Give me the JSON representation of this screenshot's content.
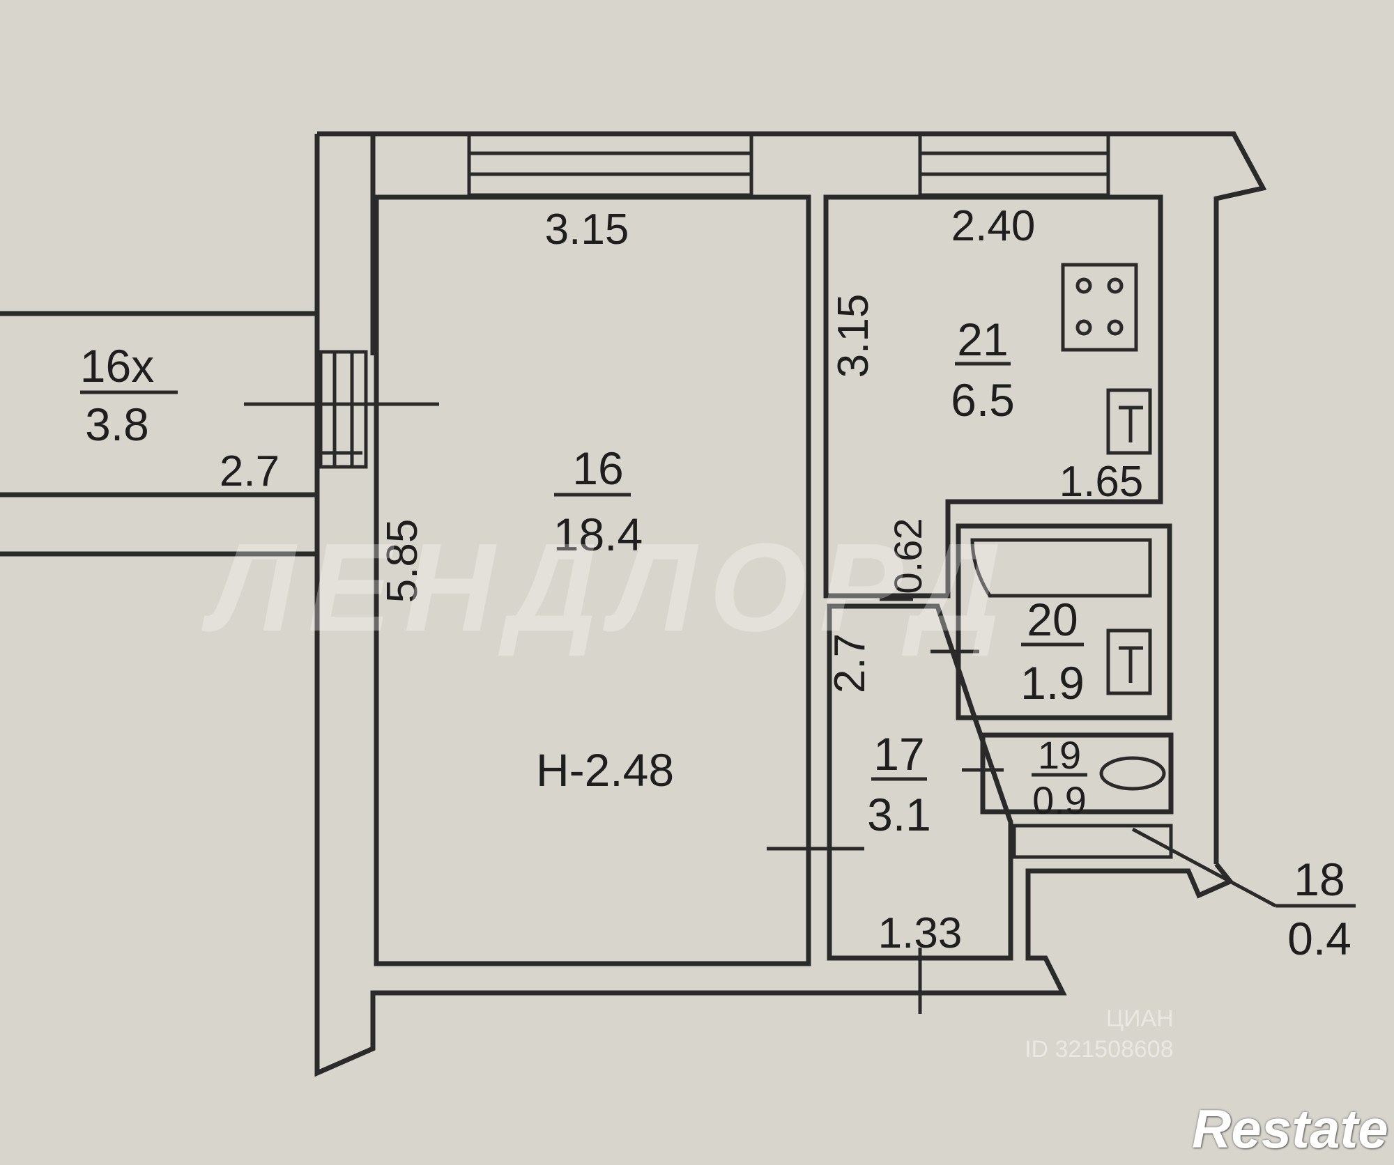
{
  "watermark": "ЛЕНДЛОРД",
  "logo": "Restate",
  "stamp": {
    "line1": "ЦИАН",
    "line2": "ID 321508608"
  },
  "rooms": [
    {
      "id": "16x",
      "number": "16х",
      "area": "3.8"
    },
    {
      "id": "16",
      "number": "16",
      "area": "18.4"
    },
    {
      "id": "21",
      "number": "21",
      "area": "6.5"
    },
    {
      "id": "20",
      "number": "20",
      "area": "1.9"
    },
    {
      "id": "17",
      "number": "17",
      "area": "3.1"
    },
    {
      "id": "19",
      "number": "19",
      "area": "0.9"
    },
    {
      "id": "18",
      "number": "18",
      "area": "0.4"
    }
  ],
  "ceiling_height": "Н-2.48",
  "dimensions": {
    "room16_width": "3.15",
    "room16_length": "5.85",
    "kitchen_width": "2.40",
    "kitchen_length": "3.15",
    "kitchen_lower": "1.65",
    "balcony_length": "2.7",
    "hall_length": "2.7",
    "hall_width": "1.33",
    "corridor_neck": "0.62"
  }
}
